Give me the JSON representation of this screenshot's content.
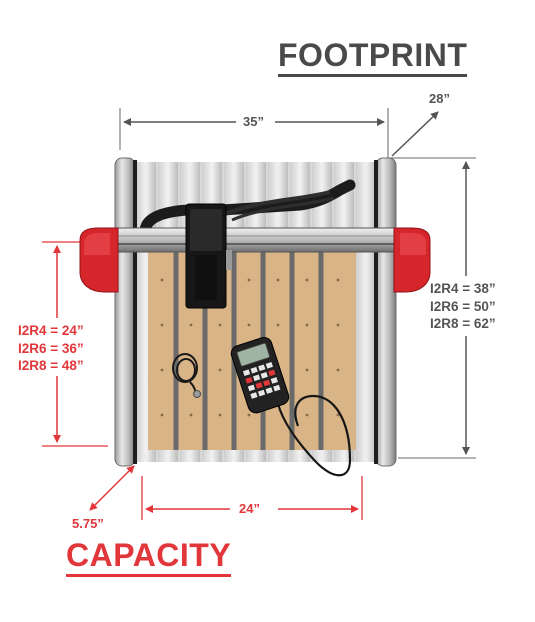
{
  "headings": {
    "footprint": "FOOTPRINT",
    "capacity": "CAPACITY"
  },
  "footprint": {
    "width": "35”",
    "depth": "28”",
    "lengths": [
      "I2R4 = 38”",
      "I2R6 = 50”",
      "I2R8 = 62”"
    ]
  },
  "capacity": {
    "width": "24”",
    "height": "5.75”",
    "lengths": [
      "I2R4 = 24”",
      "I2R6 = 36”",
      "I2R8 = 48”"
    ]
  },
  "colors": {
    "accent_red": "#e2373a",
    "label_grey": "#555555",
    "spoilboard": "#d9b487",
    "rail_red": "#d6252b"
  },
  "icons": {
    "machine": "cnc-router-top-view",
    "controller": "handheld-pendant-controller"
  }
}
